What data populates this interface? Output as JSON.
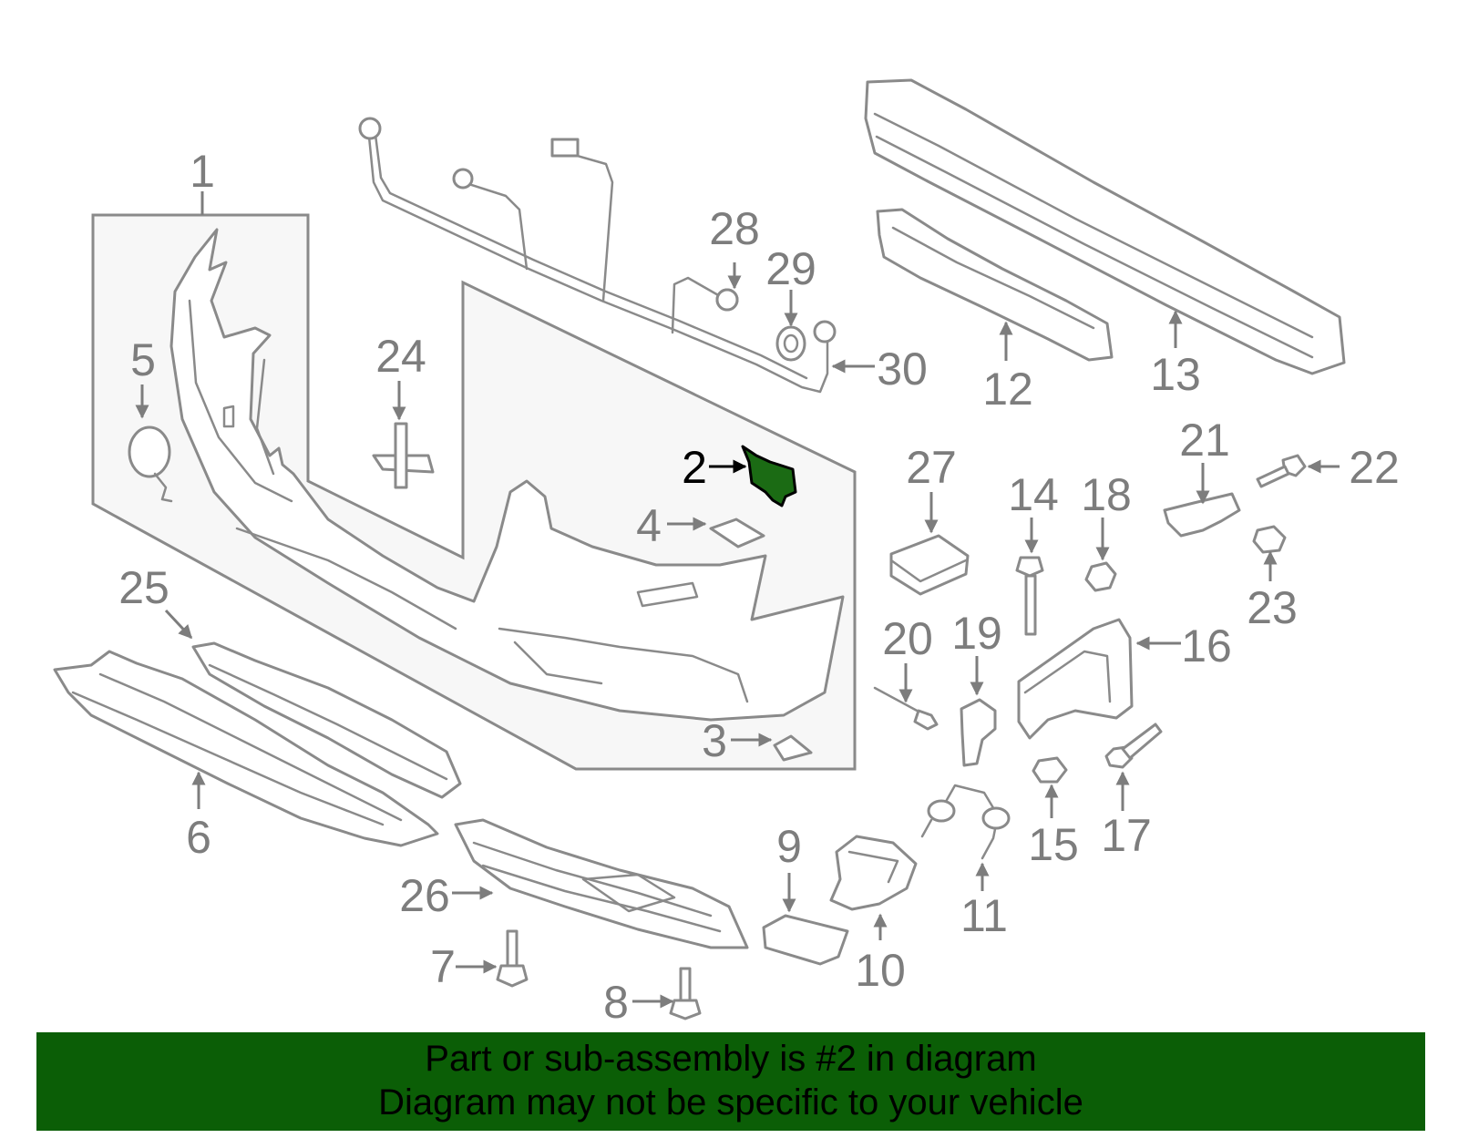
{
  "highlight": {
    "part_number": "2",
    "color": "#1b6b14"
  },
  "banner": {
    "line1": "Part or sub-assembly is #2 in diagram",
    "line2": "Diagram may not be specific to your vehicle",
    "background": "#0b5e06"
  },
  "callouts": {
    "c1": "1",
    "c2": "2",
    "c3": "3",
    "c4": "4",
    "c5": "5",
    "c6": "6",
    "c7": "7",
    "c8": "8",
    "c9": "9",
    "c10": "10",
    "c11": "11",
    "c12": "12",
    "c13": "13",
    "c14": "14",
    "c15": "15",
    "c16": "16",
    "c17": "17",
    "c18": "18",
    "c19": "19",
    "c20": "20",
    "c21": "21",
    "c22": "22",
    "c23": "23",
    "c24": "24",
    "c25": "25",
    "c26": "26",
    "c27": "27",
    "c28": "28",
    "c29": "29",
    "c30": "30"
  }
}
